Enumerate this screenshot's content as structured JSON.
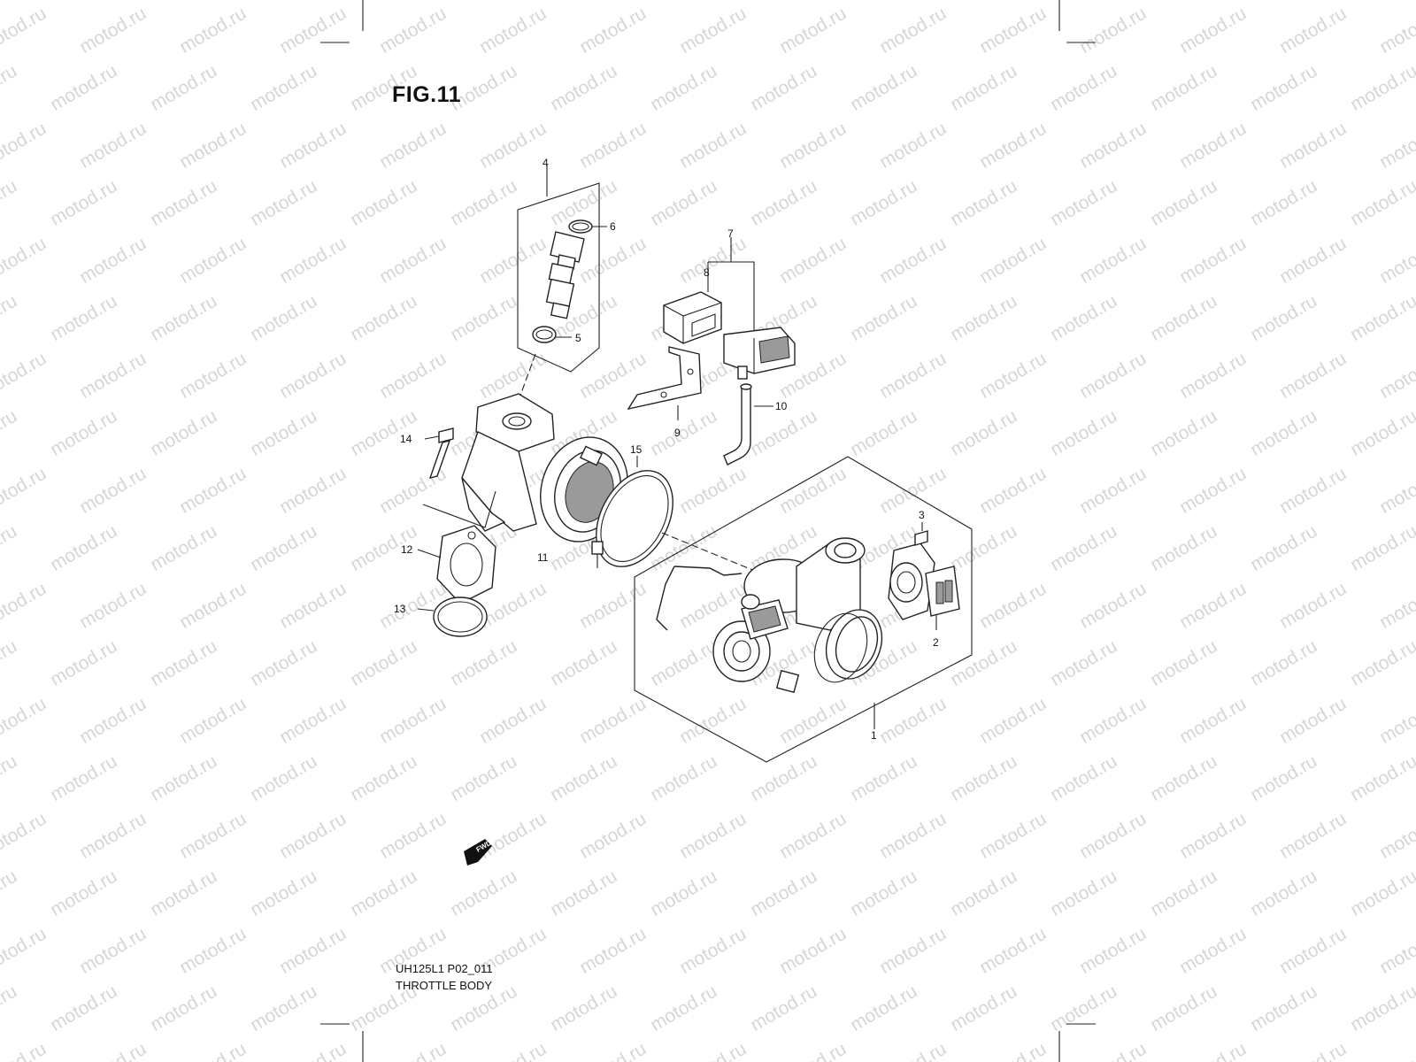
{
  "figure": {
    "title": "FIG.11",
    "drawing_code": "UH125L1 P02_011",
    "caption": "THROTTLE BODY"
  },
  "watermark_text": "motod.ru",
  "direction_badge": "FWD",
  "callouts": {
    "c1": "1",
    "c2": "2",
    "c3": "3",
    "c4": "4",
    "c5": "5",
    "c6": "6",
    "c7": "7",
    "c8": "8",
    "c9": "9",
    "c10": "10",
    "c11": "11",
    "c12": "12",
    "c13": "13",
    "c14": "14",
    "c15": "15"
  },
  "colors": {
    "line": "#222222",
    "watermark": "#d6d6d6",
    "shade": "#9a9a9a"
  }
}
